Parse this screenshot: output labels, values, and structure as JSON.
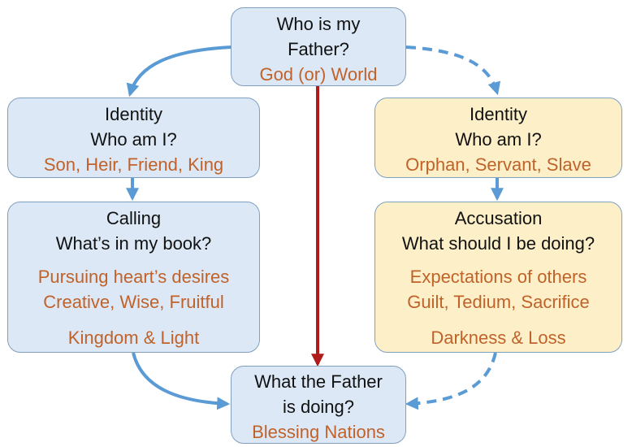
{
  "top": {
    "line1": "Who is my",
    "line2": "Father?",
    "sub": "God (or) World"
  },
  "left_identity": {
    "title": "Identity",
    "question": "Who am I?",
    "answer": "Son, Heir, Friend, King"
  },
  "right_identity": {
    "title": "Identity",
    "question": "Who am I?",
    "answer": "Orphan, Servant, Slave"
  },
  "left_calling": {
    "title": "Calling",
    "question": "What’s in my book?",
    "line1": "Pursuing heart’s desires",
    "line2": "Creative, Wise, Fruitful",
    "line3": "Kingdom & Light"
  },
  "right_accusation": {
    "title": "Accusation",
    "question": "What should I be doing?",
    "line1": "Expectations of others",
    "line2": "Guilt, Tedium, Sacrifice",
    "line3": "Darkness & Loss"
  },
  "bottom": {
    "line1": "What the Father",
    "line2": "is doing?",
    "sub": "Blessing Nations"
  },
  "colors": {
    "blue_fill": "#dce8f5",
    "yellow_fill": "#fdf0c8",
    "arrow_blue": "#5b9bd5",
    "arrow_red": "#b01c1c",
    "text_orange": "#c0622a"
  }
}
